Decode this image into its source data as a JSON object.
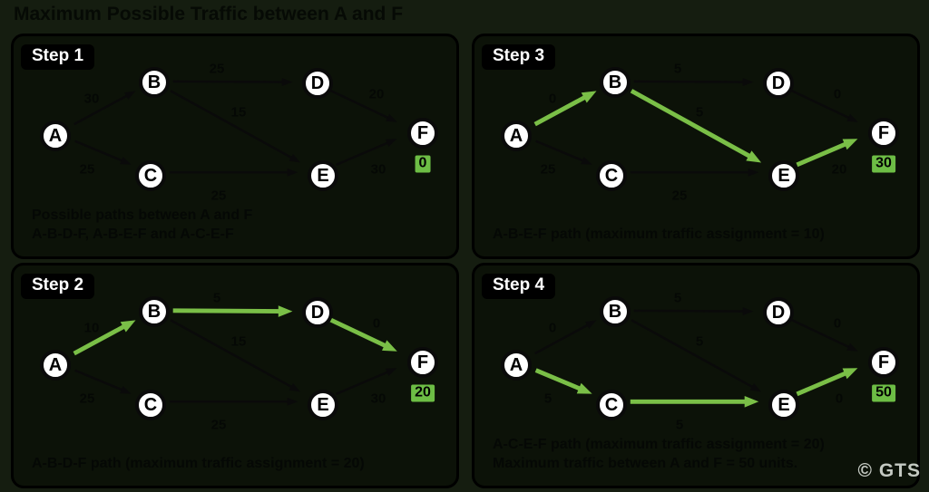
{
  "title": "Maximum Possible Traffic between A and F",
  "watermark": "© GTS",
  "colors": {
    "page_bg": "#151d10",
    "panel_bg": "#0c1208",
    "panel_border": "#000000",
    "title_color": "#060a05",
    "text_dark": "#050805",
    "node_fill": "#ffffff",
    "node_border": "#0a0a0a",
    "edge": "#0a0a0a",
    "highlight_green": "#7abf47",
    "badge_bg": "#6dbd45",
    "step_label_bg": "#000000",
    "step_label_text": "#ffffff",
    "watermark_color": "#c4c9c2"
  },
  "node_labels": [
    "A",
    "B",
    "C",
    "D",
    "E",
    "F"
  ],
  "steps": [
    {
      "label": "Step 1",
      "total": "0",
      "caption": [
        "Possible paths between A and F",
        "A-B-D-F, A-B-E-F and A-C-E-F"
      ],
      "edges": [
        {
          "from": "A",
          "to": "B",
          "weight": "30",
          "highlight": false
        },
        {
          "from": "A",
          "to": "C",
          "weight": "25",
          "highlight": false
        },
        {
          "from": "B",
          "to": "D",
          "weight": "25",
          "highlight": false
        },
        {
          "from": "B",
          "to": "E",
          "weight": "15",
          "highlight": false
        },
        {
          "from": "C",
          "to": "E",
          "weight": "25",
          "highlight": false
        },
        {
          "from": "D",
          "to": "F",
          "weight": "20",
          "highlight": false
        },
        {
          "from": "E",
          "to": "F",
          "weight": "30",
          "highlight": false
        }
      ]
    },
    {
      "label": "Step 2",
      "total": "20",
      "caption": [
        "A-B-D-F path (maximum traffic assignment = 20)"
      ],
      "edges": [
        {
          "from": "A",
          "to": "B",
          "weight": "10",
          "highlight": true
        },
        {
          "from": "A",
          "to": "C",
          "weight": "25",
          "highlight": false
        },
        {
          "from": "B",
          "to": "D",
          "weight": "5",
          "highlight": true
        },
        {
          "from": "B",
          "to": "E",
          "weight": "15",
          "highlight": false
        },
        {
          "from": "C",
          "to": "E",
          "weight": "25",
          "highlight": false
        },
        {
          "from": "D",
          "to": "F",
          "weight": "0",
          "highlight": true
        },
        {
          "from": "E",
          "to": "F",
          "weight": "30",
          "highlight": false
        }
      ]
    },
    {
      "label": "Step 3",
      "total": "30",
      "caption": [
        "A-B-E-F path (maximum traffic assignment = 10)"
      ],
      "edges": [
        {
          "from": "A",
          "to": "B",
          "weight": "0",
          "highlight": true
        },
        {
          "from": "A",
          "to": "C",
          "weight": "25",
          "highlight": false
        },
        {
          "from": "B",
          "to": "D",
          "weight": "5",
          "highlight": false
        },
        {
          "from": "B",
          "to": "E",
          "weight": "5",
          "highlight": true
        },
        {
          "from": "C",
          "to": "E",
          "weight": "25",
          "highlight": false
        },
        {
          "from": "D",
          "to": "F",
          "weight": "0",
          "highlight": false
        },
        {
          "from": "E",
          "to": "F",
          "weight": "20",
          "highlight": true
        }
      ]
    },
    {
      "label": "Step 4",
      "total": "50",
      "caption": [
        "A-C-E-F path (maximum traffic assignment = 20)",
        "Maximum traffic between A and F = 50 units."
      ],
      "edges": [
        {
          "from": "A",
          "to": "B",
          "weight": "0",
          "highlight": false
        },
        {
          "from": "A",
          "to": "C",
          "weight": "5",
          "highlight": true
        },
        {
          "from": "B",
          "to": "D",
          "weight": "5",
          "highlight": false
        },
        {
          "from": "B",
          "to": "E",
          "weight": "5",
          "highlight": false
        },
        {
          "from": "C",
          "to": "E",
          "weight": "5",
          "highlight": true
        },
        {
          "from": "D",
          "to": "F",
          "weight": "0",
          "highlight": false
        },
        {
          "from": "E",
          "to": "F",
          "weight": "0",
          "highlight": true
        }
      ]
    }
  ]
}
